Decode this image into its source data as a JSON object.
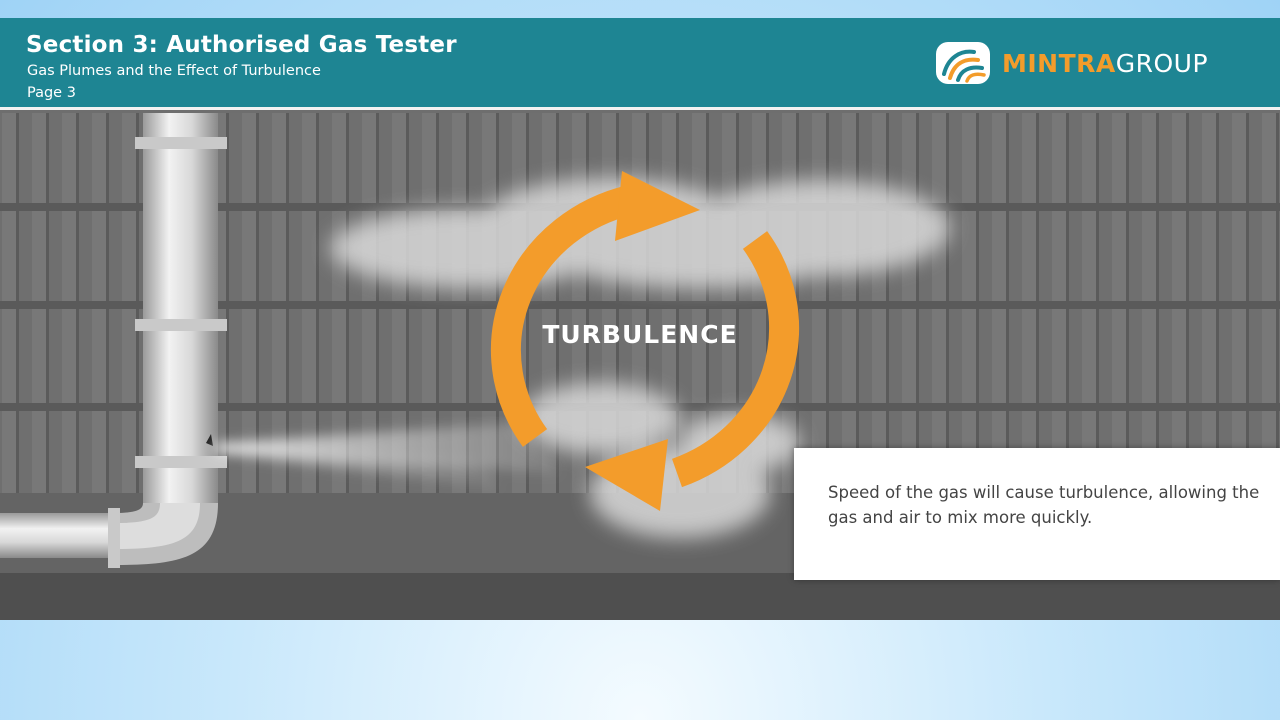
{
  "header": {
    "title": "Section 3: Authorised Gas Tester",
    "subtitle": "Gas Plumes and the Effect of Turbulence",
    "page": "Page 3"
  },
  "logo": {
    "text_highlight": "MINTRA",
    "text_rest": "GROUP",
    "icon": "mintra-logo-icon"
  },
  "scene": {
    "label": "TURBULENCE",
    "icons": [
      "gas-pipe",
      "gas-leak-hole",
      "gas-plume",
      "turbulence-cycle-arrows",
      "gas-cloud"
    ]
  },
  "info_box": {
    "text": "Speed of the gas will cause turbulence, allowing the gas and air to mix more quickly."
  },
  "colors": {
    "header_bg": "#1e8593",
    "accent_orange": "#f39c2b",
    "wall": "#6e6e6e",
    "page_bg": "#b8def8"
  }
}
